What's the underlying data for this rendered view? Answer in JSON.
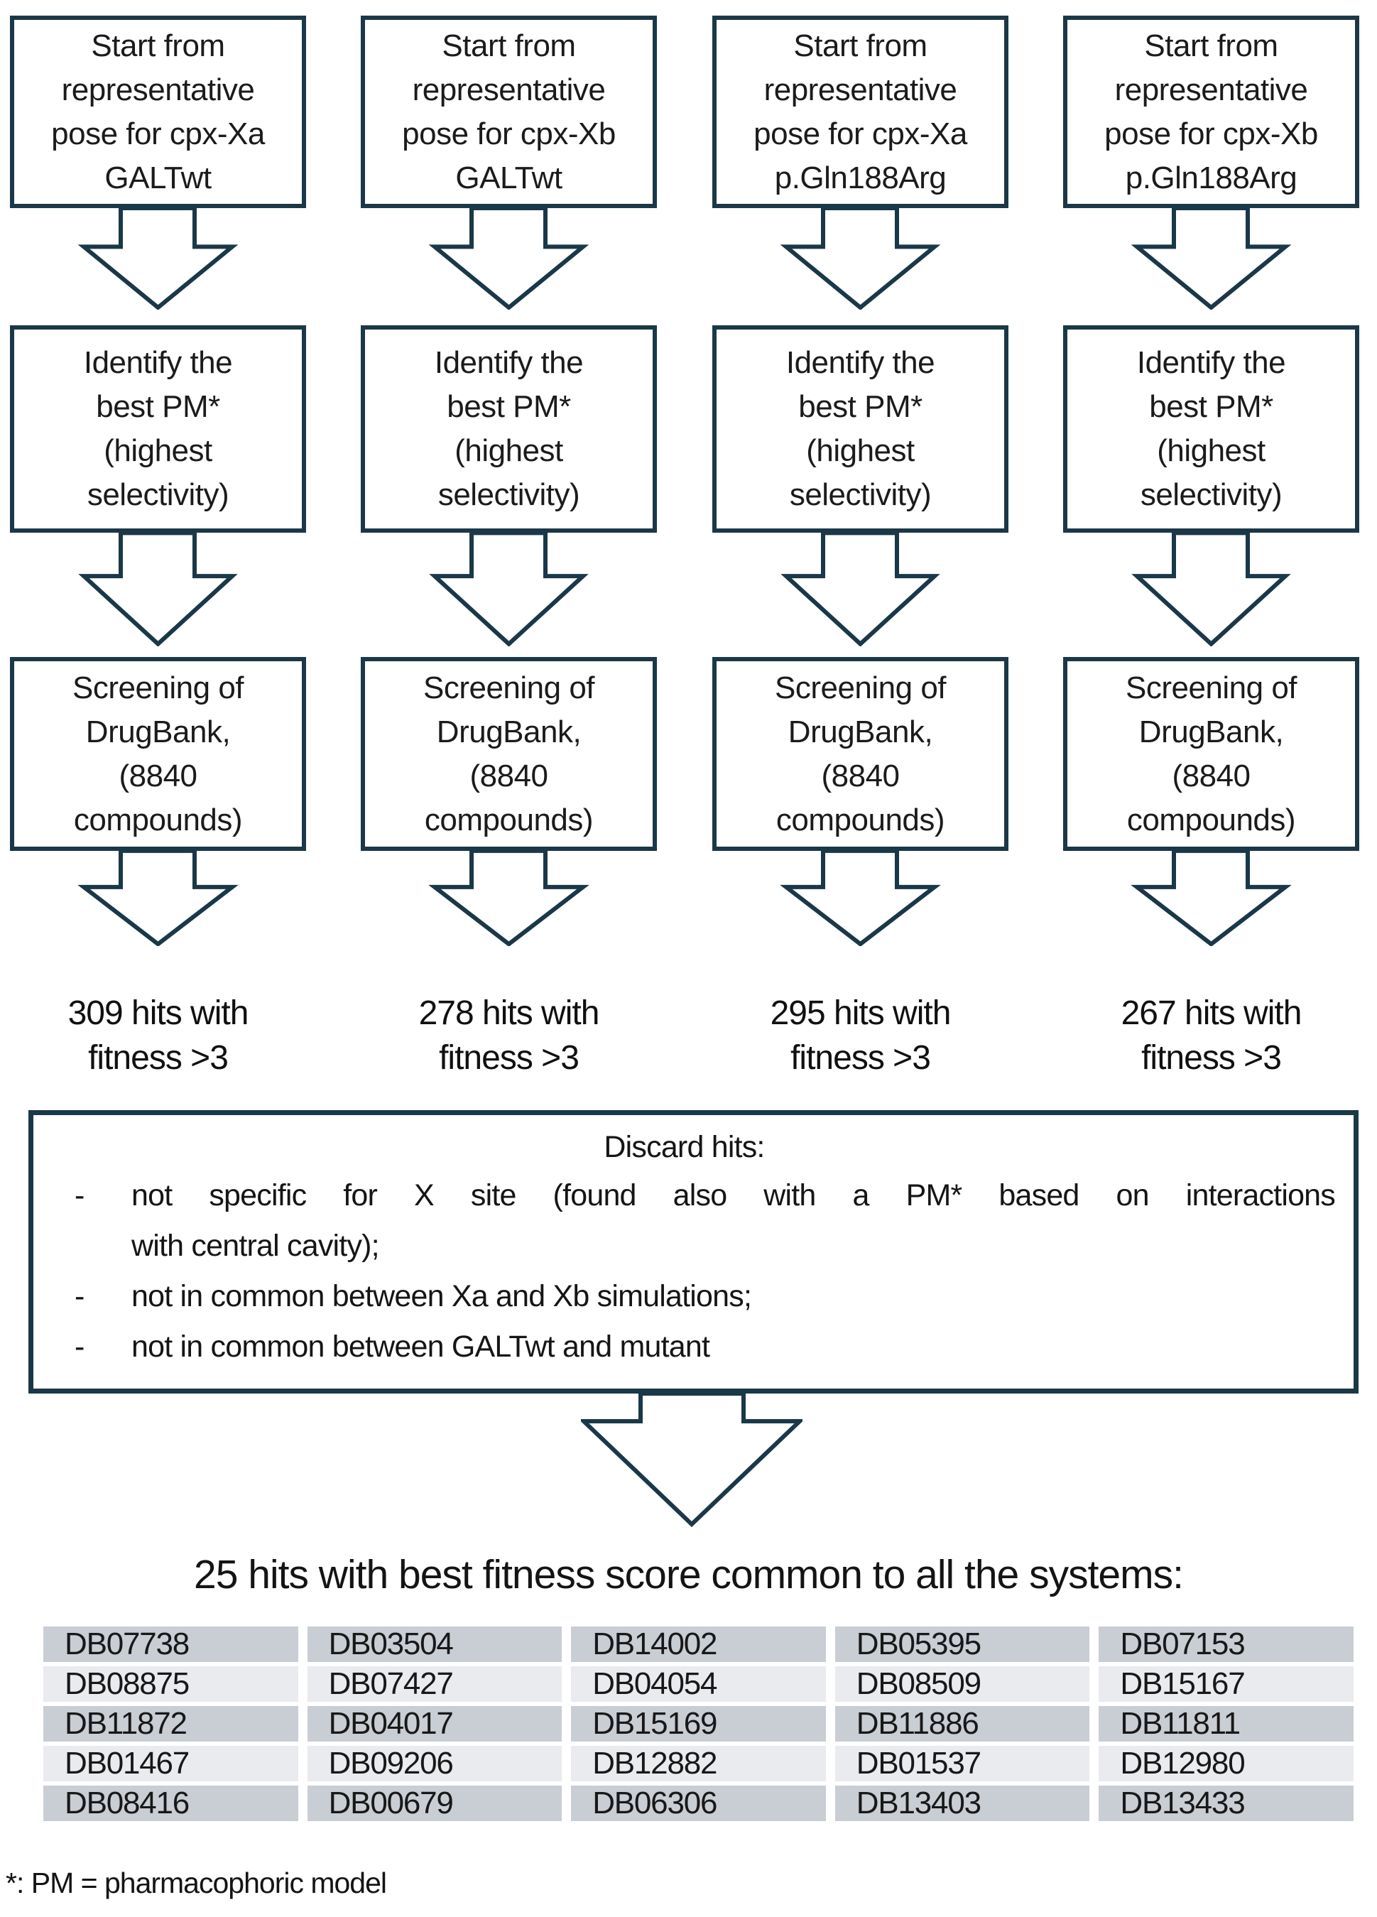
{
  "colors": {
    "stroke": "#1a3847",
    "table_row_dark": "#c9cdd4",
    "table_row_light": "#e9ebee"
  },
  "flow": {
    "columns": [
      {
        "start": [
          "Start from",
          "representative",
          "pose for cpx-Xa",
          "GALTwt"
        ],
        "identify": [
          "Identify the",
          "best PM*",
          "(highest",
          "selectivity)"
        ],
        "screening": [
          "Screening of",
          "DrugBank,",
          "(8840",
          "compounds)"
        ],
        "hits": [
          "309 hits with",
          "fitness >3"
        ]
      },
      {
        "start": [
          "Start from",
          "representative",
          "pose for cpx-Xb",
          "GALTwt"
        ],
        "identify": [
          "Identify the",
          "best PM*",
          "(highest",
          "selectivity)"
        ],
        "screening": [
          "Screening of",
          "DrugBank,",
          "(8840",
          "compounds)"
        ],
        "hits": [
          "278 hits with",
          "fitness >3"
        ]
      },
      {
        "start": [
          "Start from",
          "representative",
          "pose for cpx-Xa",
          "p.Gln188Arg"
        ],
        "identify": [
          "Identify the",
          "best PM*",
          "(highest",
          "selectivity)"
        ],
        "screening": [
          "Screening of",
          "DrugBank,",
          "(8840",
          "compounds)"
        ],
        "hits": [
          "295 hits with",
          "fitness >3"
        ]
      },
      {
        "start": [
          "Start from",
          "representative",
          "pose for cpx-Xb",
          "p.Gln188Arg"
        ],
        "identify": [
          "Identify the",
          "best PM*",
          "(highest",
          "selectivity)"
        ],
        "screening": [
          "Screening of",
          "DrugBank,",
          "(8840",
          "compounds)"
        ],
        "hits": [
          "267 hits with",
          "fitness >3"
        ]
      }
    ]
  },
  "discard_box": {
    "title": "Discard hits:",
    "bullets": [
      {
        "marker": "-",
        "lines": [
          "not specific for X site (found also with a PM* based on interactions",
          "with central cavity);"
        ]
      },
      {
        "marker": "-",
        "lines": [
          "not in common between Xa and Xb simulations;"
        ]
      },
      {
        "marker": "-",
        "lines": [
          "not in common between GALTwt and mutant"
        ]
      }
    ]
  },
  "result": {
    "title": "25 hits with best fitness score common to all the systems:",
    "table_rows": [
      [
        "DB07738",
        "DB03504",
        "DB14002",
        "DB05395",
        "DB07153"
      ],
      [
        "DB08875",
        "DB07427",
        "DB04054",
        "DB08509",
        "DB15167"
      ],
      [
        "DB11872",
        "DB04017",
        "DB15169",
        "DB11886",
        "DB11811"
      ],
      [
        "DB01467",
        "DB09206",
        "DB12882",
        "DB01537",
        "DB12980"
      ],
      [
        "DB08416",
        "DB00679",
        "DB06306",
        "DB13403",
        "DB13433"
      ]
    ]
  },
  "footnote": "*: PM = pharmacophoric model"
}
